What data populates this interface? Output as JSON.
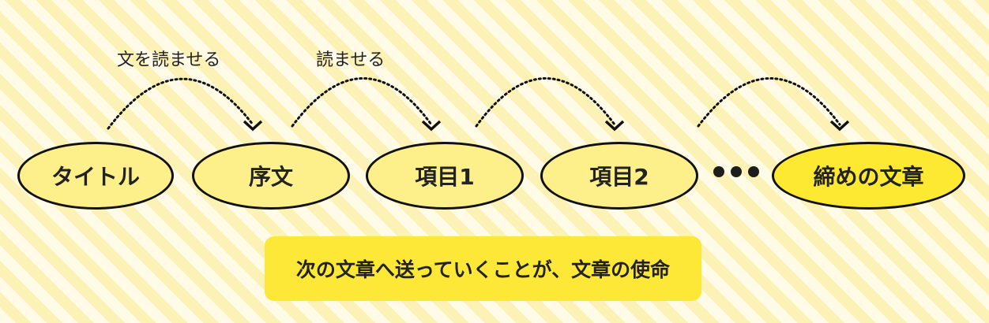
{
  "arrow_labels": [
    "文を読ませる",
    "読ませる"
  ],
  "nodes": [
    "タイトル",
    "序文",
    "項目1",
    "項目2",
    "締めの文章"
  ],
  "caption": "次の文章へ送っていくことが、文章の使命",
  "colors": {
    "node_fill": "#fdf08a",
    "final_node_fill": "#fde932",
    "caption_fill": "#fde838",
    "stroke": "#111111",
    "stripe_light": "#fffbe6",
    "stripe_dark": "#fdf2b6"
  }
}
